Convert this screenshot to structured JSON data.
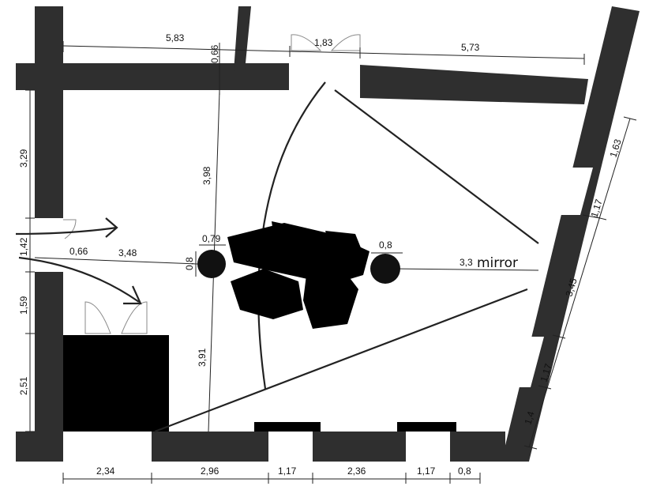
{
  "dimensions": {
    "top_left": "5,83",
    "top_wall_thickness": "0,66",
    "top_door": "1,83",
    "top_right": "5,73",
    "left_upper": "3,29",
    "left_door": "1,42",
    "left_mid": "1,59",
    "left_lower": "2,51",
    "bottom_1": "2,34",
    "bottom_2": "2,96",
    "bottom_3": "1,17",
    "bottom_4": "2,36",
    "bottom_5": "1,17",
    "bottom_6": "0,8",
    "right_1": "1,63",
    "right_2": "1,17",
    "right_3": "3,45",
    "right_4": "1,17",
    "right_5": "1,4",
    "center_up": "3,98",
    "center_down": "3,91",
    "left_reach": "0,66",
    "left_to_column": "3,48",
    "column_left_diam": "0,79",
    "column_left_h": "0,8",
    "column_right_diam": "0,8",
    "right_reach": "3,3"
  },
  "labels": {
    "mirror": "mirror"
  },
  "colors": {
    "wall": "#2f2f2f",
    "line": "#222222",
    "furniture": "#000000"
  }
}
